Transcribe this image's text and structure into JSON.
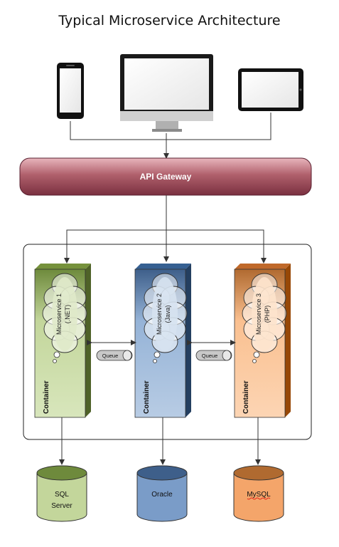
{
  "title": "Typical Microservice Architecture",
  "gateway": {
    "label": "API Gateway"
  },
  "clients": [
    "phone-icon",
    "desktop-monitor-icon",
    "tablet-icon"
  ],
  "containers": [
    {
      "container_label": "Container",
      "service_name": "Microservice 1",
      "service_tech": "(.NET)",
      "db_line1": "SQL",
      "db_line2": "Server",
      "color": "#c3d69b"
    },
    {
      "container_label": "Container",
      "service_name": "Microservice 2",
      "service_tech": "(Java)",
      "db_line1": "Oracle",
      "db_line2": "",
      "color": "#95b3d7"
    },
    {
      "container_label": "Container",
      "service_name": "Microservice 3",
      "service_tech": "(PHP)",
      "db_line1": "MySQL",
      "db_line2": "",
      "color": "#fac090"
    }
  ],
  "queues": [
    {
      "label": "Queue"
    },
    {
      "label": "Queue"
    }
  ],
  "colors": {
    "gateway": "#c0707d",
    "line": "#333333"
  }
}
